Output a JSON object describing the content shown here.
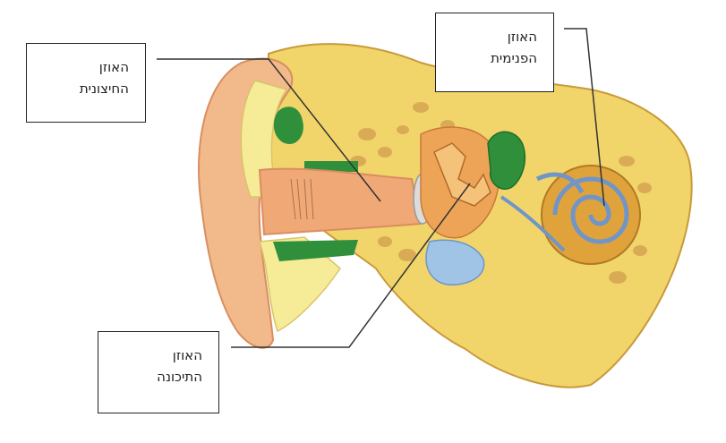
{
  "labels": {
    "outer_ear": {
      "line1": "האוזן",
      "line2": "החיצונית"
    },
    "inner_ear": {
      "line1": "האוזן",
      "line2": "הפנימית"
    },
    "middle_ear": {
      "line1": "האוזן",
      "line2": "התיכונה"
    }
  },
  "colors": {
    "skin": "#f2b98a",
    "skin_shadow": "#d98e60",
    "bone_yellow": "#f1d56a",
    "cartilage_yellow": "#f6ec97",
    "tissue_green": "#2f8f3a",
    "cochlea_gold": "#e0a33c",
    "cochlea_blue": "#6f95c9",
    "pharynx_blue": "#9fc4e6",
    "leader_line": "#333333",
    "box_border": "#222222"
  }
}
